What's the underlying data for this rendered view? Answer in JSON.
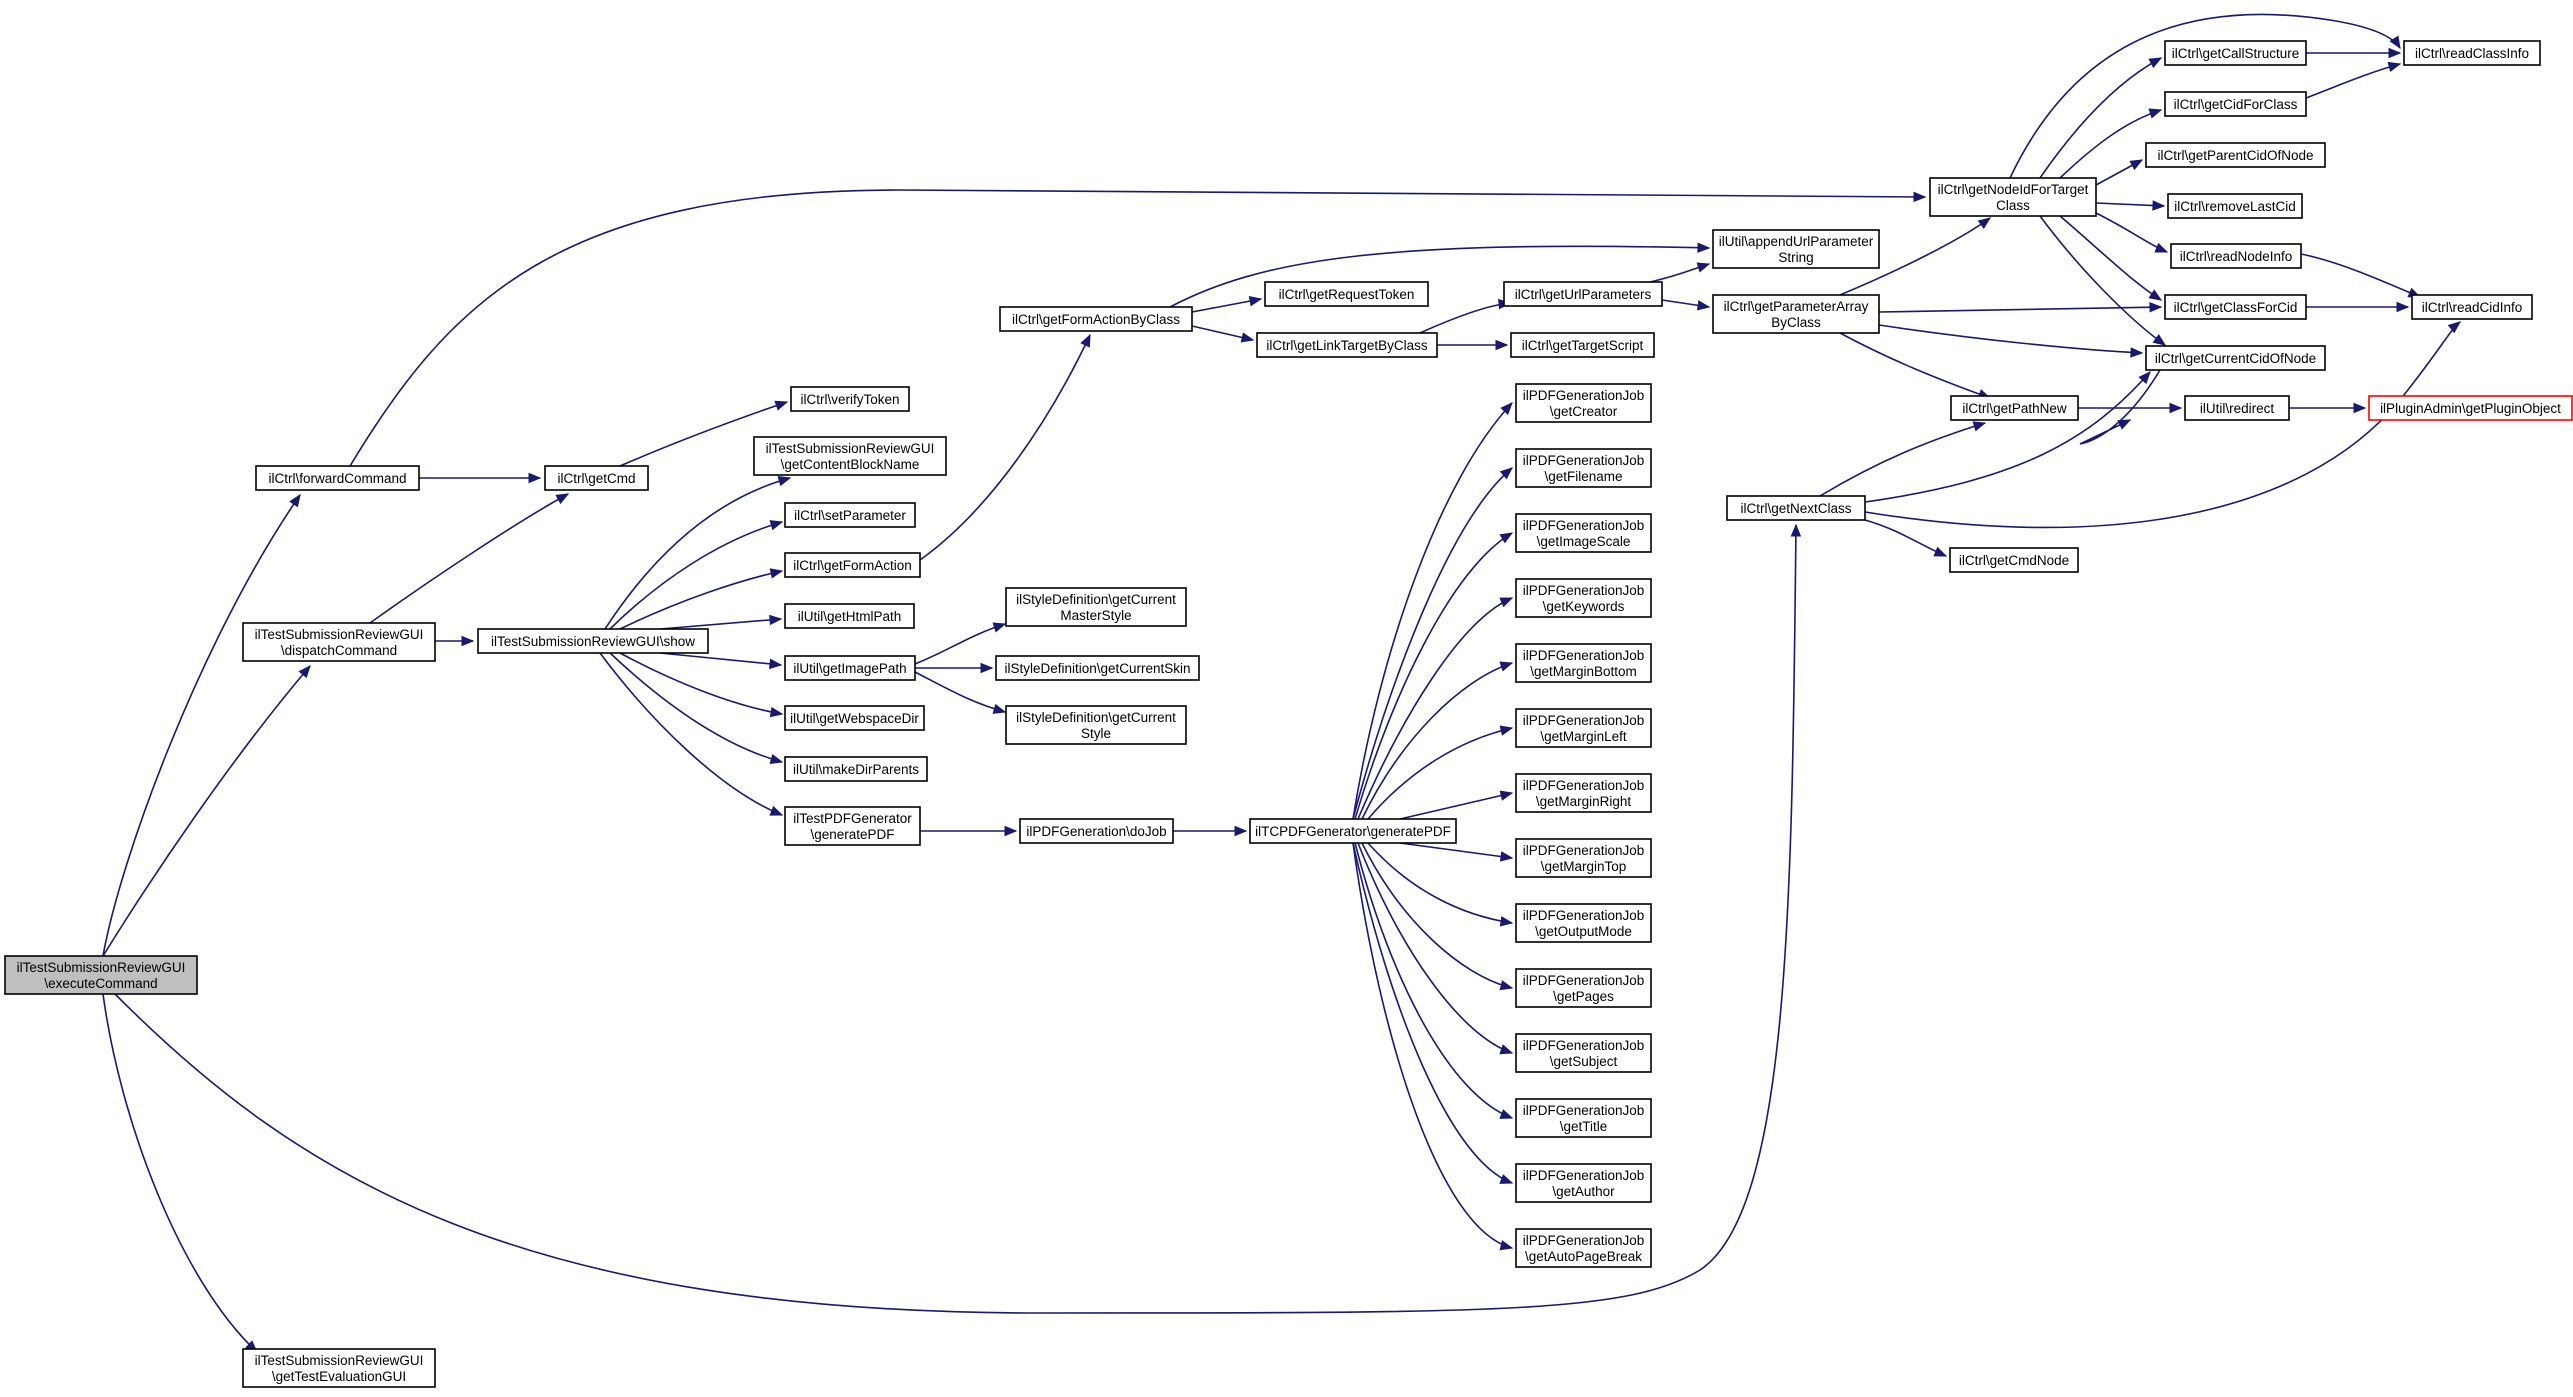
{
  "nodes": [
    {
      "id": "n_exec",
      "lines": [
        "ilTestSubmissionReviewGUI",
        "\\executeCommand"
      ],
      "style": "root"
    },
    {
      "id": "n_fwd",
      "lines": [
        "ilCtrl\\forwardCommand"
      ]
    },
    {
      "id": "n_disp",
      "lines": [
        "ilTestSubmissionReviewGUI",
        "\\dispatchCommand"
      ]
    },
    {
      "id": "n_geteval",
      "lines": [
        "ilTestSubmissionReviewGUI",
        "\\getTestEvaluationGUI"
      ]
    },
    {
      "id": "n_getcmd",
      "lines": [
        "ilCtrl\\getCmd"
      ]
    },
    {
      "id": "n_show",
      "lines": [
        "ilTestSubmissionReviewGUI\\show"
      ]
    },
    {
      "id": "n_verify",
      "lines": [
        "ilCtrl\\verifyToken"
      ]
    },
    {
      "id": "n_content",
      "lines": [
        "ilTestSubmissionReviewGUI",
        "\\getContentBlockName"
      ]
    },
    {
      "id": "n_setparam",
      "lines": [
        "ilCtrl\\setParameter"
      ]
    },
    {
      "id": "n_formaction",
      "lines": [
        "ilCtrl\\getFormAction"
      ]
    },
    {
      "id": "n_htmlpath",
      "lines": [
        "ilUtil\\getHtmlPath"
      ]
    },
    {
      "id": "n_imagepath",
      "lines": [
        "ilUtil\\getImagePath"
      ]
    },
    {
      "id": "n_webspace",
      "lines": [
        "ilUtil\\getWebspaceDir"
      ]
    },
    {
      "id": "n_makedir",
      "lines": [
        "ilUtil\\makeDirParents"
      ]
    },
    {
      "id": "n_testpdf",
      "lines": [
        "ilTestPDFGenerator",
        "\\generatePDF"
      ]
    },
    {
      "id": "n_formbyclass",
      "lines": [
        "ilCtrl\\getFormActionByClass"
      ]
    },
    {
      "id": "n_curmaster",
      "lines": [
        "ilStyleDefinition\\getCurrent",
        "MasterStyle"
      ]
    },
    {
      "id": "n_curskin",
      "lines": [
        "ilStyleDefinition\\getCurrentSkin"
      ]
    },
    {
      "id": "n_curstyle",
      "lines": [
        "ilStyleDefinition\\getCurrent",
        "Style"
      ]
    },
    {
      "id": "n_dojob",
      "lines": [
        "ilPDFGeneration\\doJob"
      ]
    },
    {
      "id": "n_reqtoken",
      "lines": [
        "ilCtrl\\getRequestToken"
      ]
    },
    {
      "id": "n_linktarget",
      "lines": [
        "ilCtrl\\getLinkTargetByClass"
      ]
    },
    {
      "id": "n_tcpdf",
      "lines": [
        "ilTCPDFGenerator\\generatePDF"
      ]
    },
    {
      "id": "n_urlparams",
      "lines": [
        "ilCtrl\\getUrlParameters"
      ]
    },
    {
      "id": "n_targetscript",
      "lines": [
        "ilCtrl\\getTargetScript"
      ]
    },
    {
      "id": "n_creator",
      "lines": [
        "ilPDFGenerationJob",
        "\\getCreator"
      ]
    },
    {
      "id": "n_filename",
      "lines": [
        "ilPDFGenerationJob",
        "\\getFilename"
      ]
    },
    {
      "id": "n_imagescale",
      "lines": [
        "ilPDFGenerationJob",
        "\\getImageScale"
      ]
    },
    {
      "id": "n_keywords",
      "lines": [
        "ilPDFGenerationJob",
        "\\getKeywords"
      ]
    },
    {
      "id": "n_mbottom",
      "lines": [
        "ilPDFGenerationJob",
        "\\getMarginBottom"
      ]
    },
    {
      "id": "n_mleft",
      "lines": [
        "ilPDFGenerationJob",
        "\\getMarginLeft"
      ]
    },
    {
      "id": "n_mright",
      "lines": [
        "ilPDFGenerationJob",
        "\\getMarginRight"
      ]
    },
    {
      "id": "n_mtop",
      "lines": [
        "ilPDFGenerationJob",
        "\\getMarginTop"
      ]
    },
    {
      "id": "n_outmode",
      "lines": [
        "ilPDFGenerationJob",
        "\\getOutputMode"
      ]
    },
    {
      "id": "n_pages",
      "lines": [
        "ilPDFGenerationJob",
        "\\getPages"
      ]
    },
    {
      "id": "n_subject",
      "lines": [
        "ilPDFGenerationJob",
        "\\getSubject"
      ]
    },
    {
      "id": "n_title",
      "lines": [
        "ilPDFGenerationJob",
        "\\getTitle"
      ]
    },
    {
      "id": "n_author",
      "lines": [
        "ilPDFGenerationJob",
        "\\getAuthor"
      ]
    },
    {
      "id": "n_autopb",
      "lines": [
        "ilPDFGenerationJob",
        "\\getAutoPageBreak"
      ]
    },
    {
      "id": "n_appendurl",
      "lines": [
        "ilUtil\\appendUrlParameter",
        "String"
      ]
    },
    {
      "id": "n_paramarray",
      "lines": [
        "ilCtrl\\getParameterArray",
        "ByClass"
      ]
    },
    {
      "id": "n_nextclass",
      "lines": [
        "ilCtrl\\getNextClass"
      ]
    },
    {
      "id": "n_nodeid",
      "lines": [
        "ilCtrl\\getNodeIdForTarget",
        "Class"
      ]
    },
    {
      "id": "n_pathnew",
      "lines": [
        "ilCtrl\\getPathNew"
      ]
    },
    {
      "id": "n_cmdnode",
      "lines": [
        "ilCtrl\\getCmdNode"
      ]
    },
    {
      "id": "n_callstruct",
      "lines": [
        "ilCtrl\\getCallStructure"
      ]
    },
    {
      "id": "n_cidforclass",
      "lines": [
        "ilCtrl\\getCidForClass"
      ]
    },
    {
      "id": "n_parentcid",
      "lines": [
        "ilCtrl\\getParentCidOfNode"
      ]
    },
    {
      "id": "n_removelast",
      "lines": [
        "ilCtrl\\removeLastCid"
      ]
    },
    {
      "id": "n_readnode",
      "lines": [
        "ilCtrl\\readNodeInfo"
      ]
    },
    {
      "id": "n_classforcid",
      "lines": [
        "ilCtrl\\getClassForCid"
      ]
    },
    {
      "id": "n_curcid",
      "lines": [
        "ilCtrl\\getCurrentCidOfNode"
      ]
    },
    {
      "id": "n_redirect",
      "lines": [
        "ilUtil\\redirect"
      ]
    },
    {
      "id": "n_readclass",
      "lines": [
        "ilCtrl\\readClassInfo"
      ]
    },
    {
      "id": "n_readcid",
      "lines": [
        "ilCtrl\\readCidInfo"
      ]
    },
    {
      "id": "n_plugin",
      "lines": [
        "ilPluginAdmin\\getPluginObject"
      ],
      "style": "red"
    }
  ]
}
